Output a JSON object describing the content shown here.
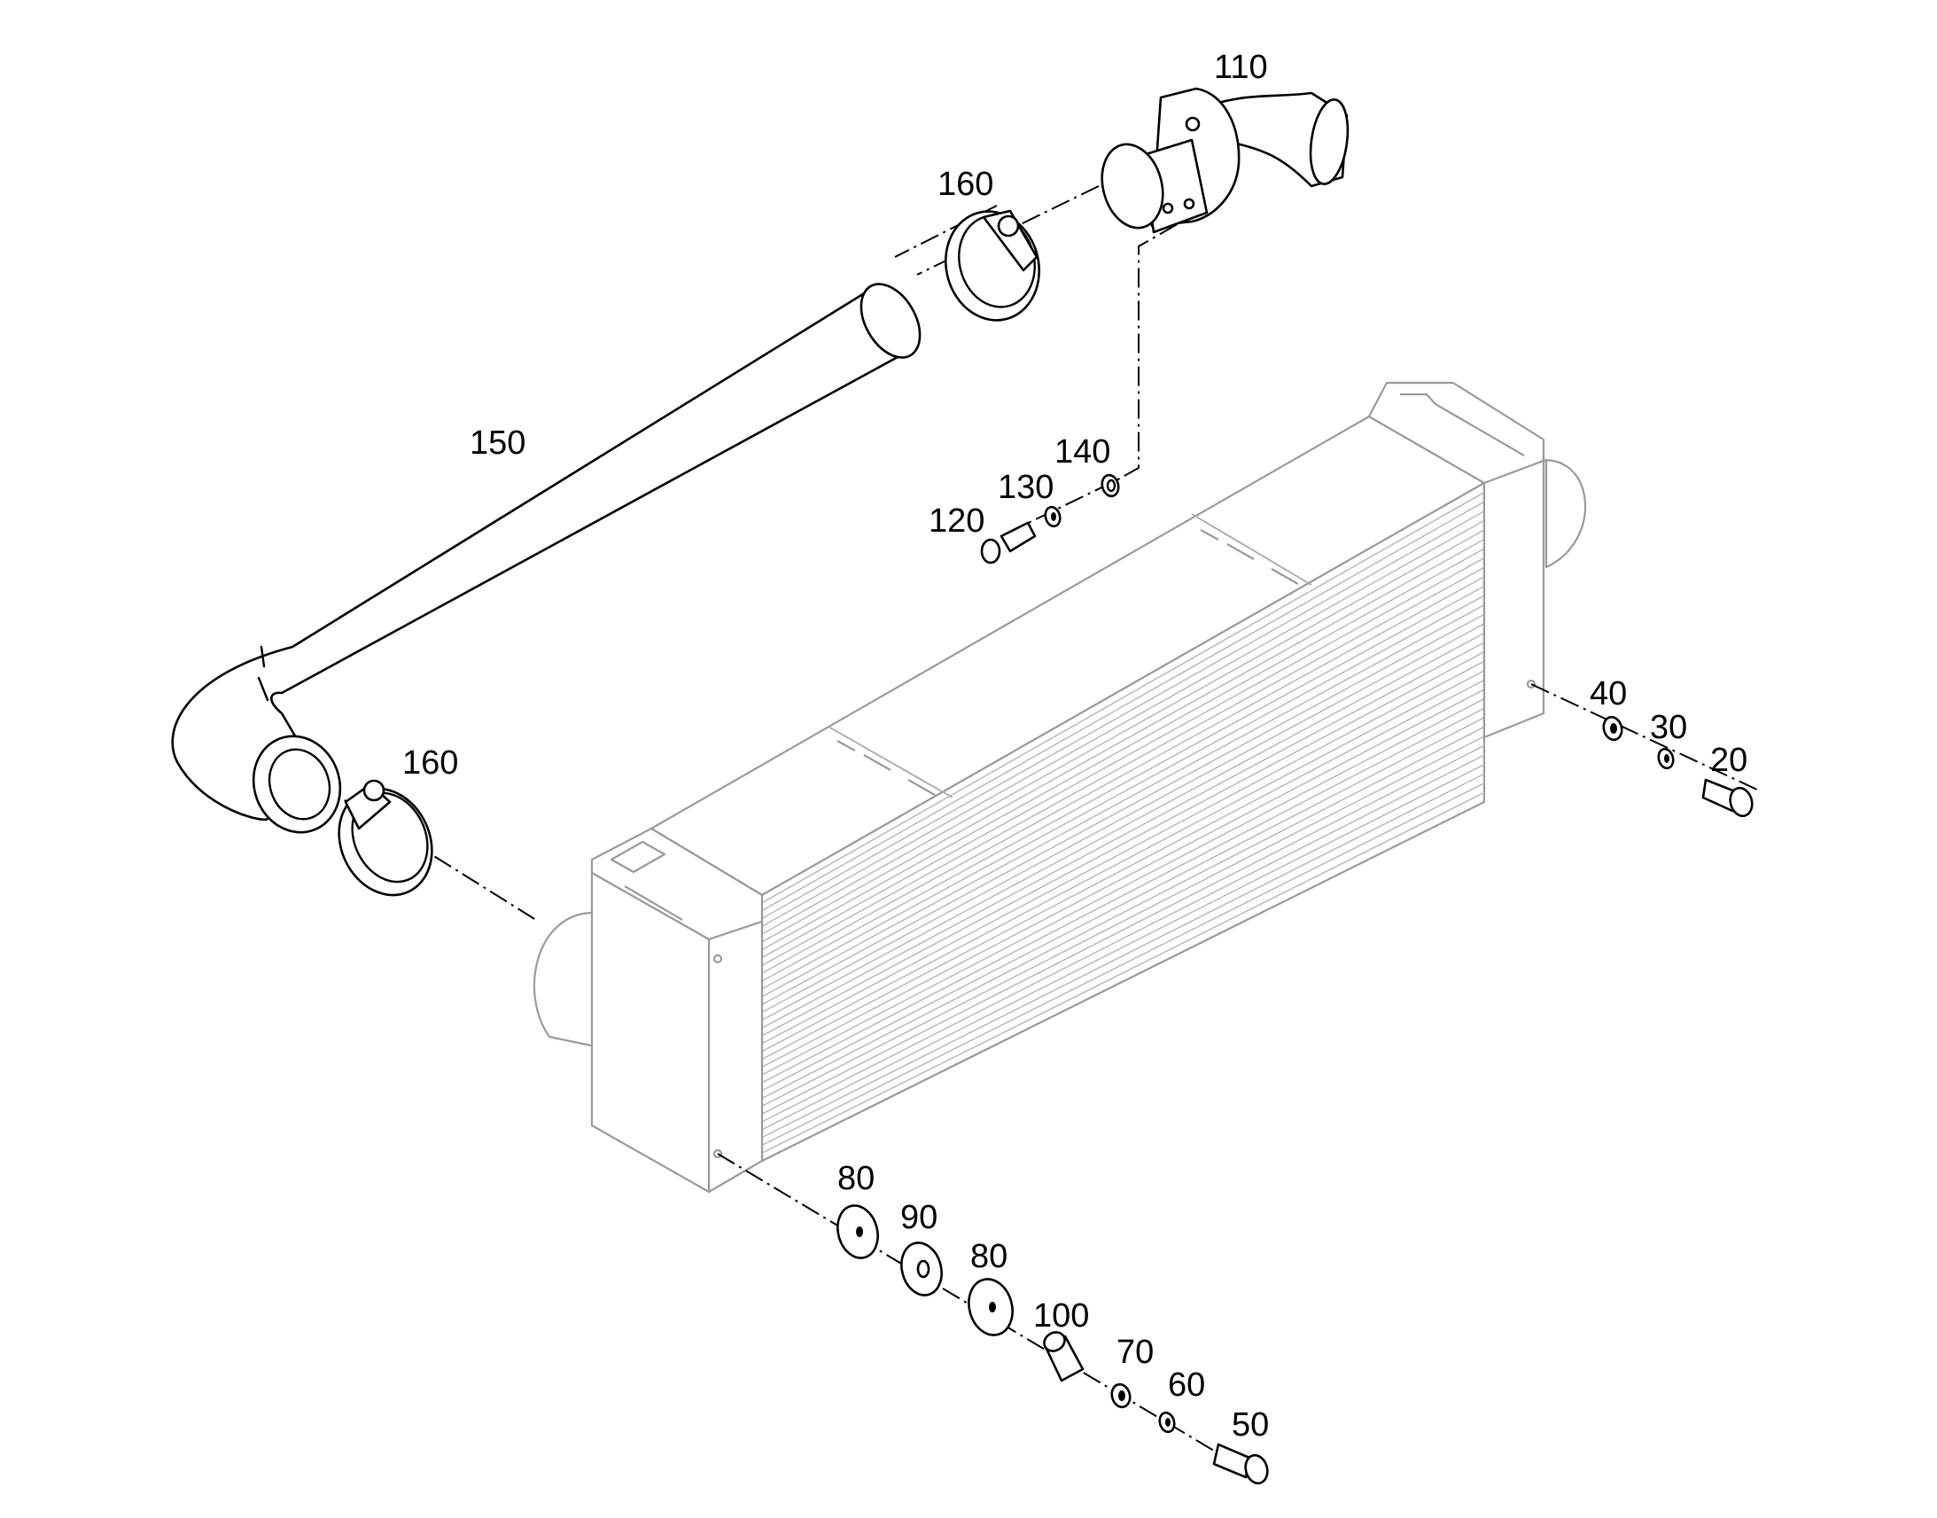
{
  "callouts": {
    "c110": "110",
    "c160_top": "160",
    "c150": "150",
    "c140": "140",
    "c130": "130",
    "c120": "120",
    "c160_bottom": "160",
    "c40": "40",
    "c30": "30",
    "c20": "20",
    "c80_a": "80",
    "c90": "90",
    "c80_b": "80",
    "c100": "100",
    "c70": "70",
    "c60": "60",
    "c50": "50"
  }
}
